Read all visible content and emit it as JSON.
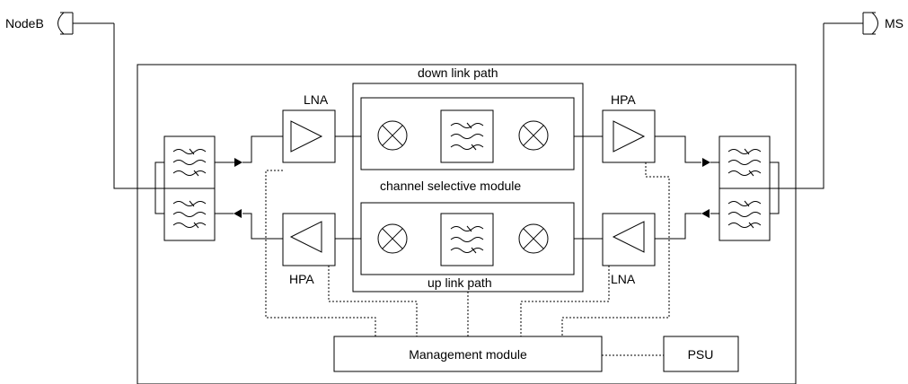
{
  "labels": {
    "nodeb": "NodeB",
    "ms": "MS",
    "down_link_path": "down link path",
    "up_link_path": "up link path",
    "channel_selective_module": "channel selective module",
    "lna_top": "LNA",
    "hpa_top": "HPA",
    "hpa_bottom": "HPA",
    "lna_bottom": "LNA",
    "management_module": "Management module",
    "psu": "PSU"
  }
}
